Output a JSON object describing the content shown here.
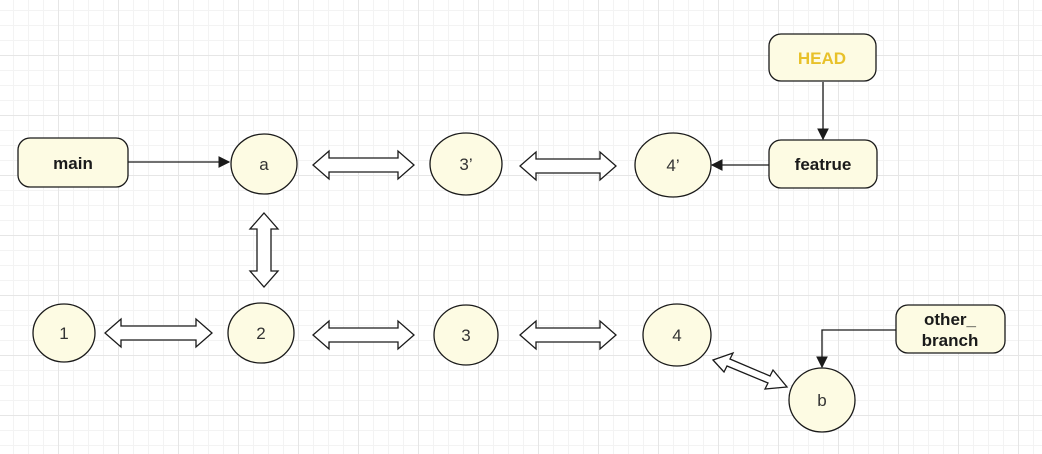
{
  "commits": {
    "c1": "1",
    "c2": "2",
    "c3": "3",
    "c4": "4",
    "ca": "a",
    "c3p": "3’",
    "c4p": "4’",
    "cb": "b"
  },
  "branches": {
    "main": "main",
    "head": "HEAD",
    "featrue": "featrue",
    "other_line1": "other_",
    "other_line2": "branch"
  },
  "colors": {
    "node_fill": "#fdfbe3",
    "head_text": "#e8c12a",
    "stroke": "#1a1a1a"
  }
}
